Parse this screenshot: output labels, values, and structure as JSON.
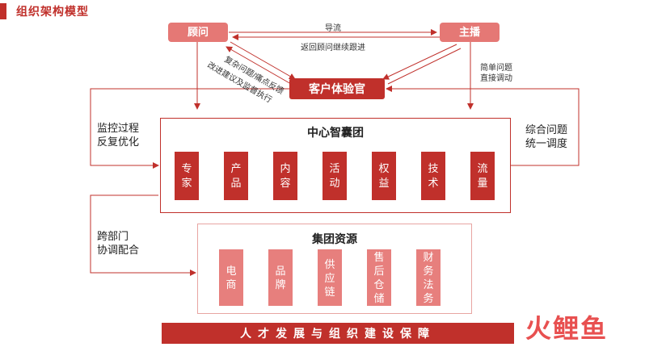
{
  "header": {
    "title": "组织架构模型"
  },
  "nodes": {
    "consultant": "顾问",
    "host": "主播",
    "experience_officer": "客户体验官"
  },
  "edge_labels": {
    "guide_flow": "导流",
    "return_followup": "返回顾问继续跟进",
    "complex_feedback": "复杂问题/痛点反馈",
    "improve_supervise": "改进建议及监督执行",
    "simple_direct": [
      "简单问题",
      "直接调动"
    ]
  },
  "side_labels": {
    "monitor": [
      "监控过程",
      "反复优化"
    ],
    "integrate": [
      "综合问题",
      "统一调度"
    ],
    "cross_dept": [
      "跨部门",
      "协调配合"
    ]
  },
  "center_team": {
    "title": "中心智囊团",
    "members": [
      [
        "专",
        "家"
      ],
      [
        "产",
        "品"
      ],
      [
        "内",
        "容"
      ],
      [
        "活",
        "动"
      ],
      [
        "权",
        "益"
      ],
      [
        "技",
        "术"
      ],
      [
        "流",
        "量"
      ]
    ]
  },
  "group_resources": {
    "title": "集团资源",
    "members": [
      [
        "电",
        "商"
      ],
      [
        "品",
        "牌"
      ],
      [
        "供",
        "应",
        "链"
      ],
      [
        "售",
        "后",
        "仓",
        "储"
      ],
      [
        "财",
        "务",
        "法",
        "务"
      ]
    ]
  },
  "footer_banner": "人才发展与组织建设保障",
  "watermark": "火鲤鱼",
  "colors": {
    "primary": "#c0302b",
    "light": "#e57875"
  }
}
